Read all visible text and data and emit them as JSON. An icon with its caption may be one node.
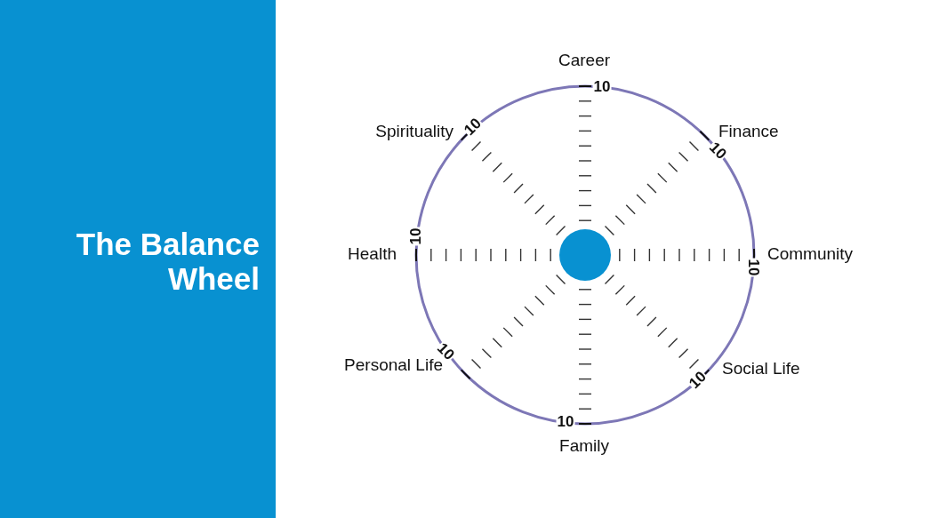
{
  "diagram": {
    "title": "The Balance Wheel",
    "labels": [
      "Career",
      "10",
      "Finance",
      "10",
      "Community",
      "10",
      "Social Life",
      "10",
      "Family",
      "10",
      "Personal Life",
      "10",
      "Health",
      "10",
      "Spirituality",
      "10"
    ]
  }
}
